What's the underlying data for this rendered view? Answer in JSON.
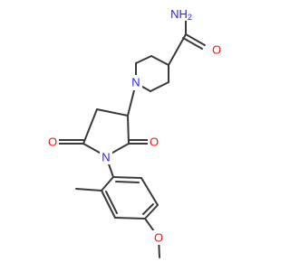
{
  "structure": {
    "atom_labels": {
      "amide_nitrogen": "NH",
      "amide_nitrogen_subscript": "2",
      "amide_oxygen": "O",
      "piperidine_nitrogen": "N",
      "imide_oxygen_left": "O",
      "imide_oxygen_right": "O",
      "imide_nitrogen": "N",
      "ether_oxygen": "O"
    },
    "colors": {
      "bond": "#3a3a3a",
      "nitrogen": "#1f1fff",
      "oxygen": "#ff0d0d"
    }
  }
}
